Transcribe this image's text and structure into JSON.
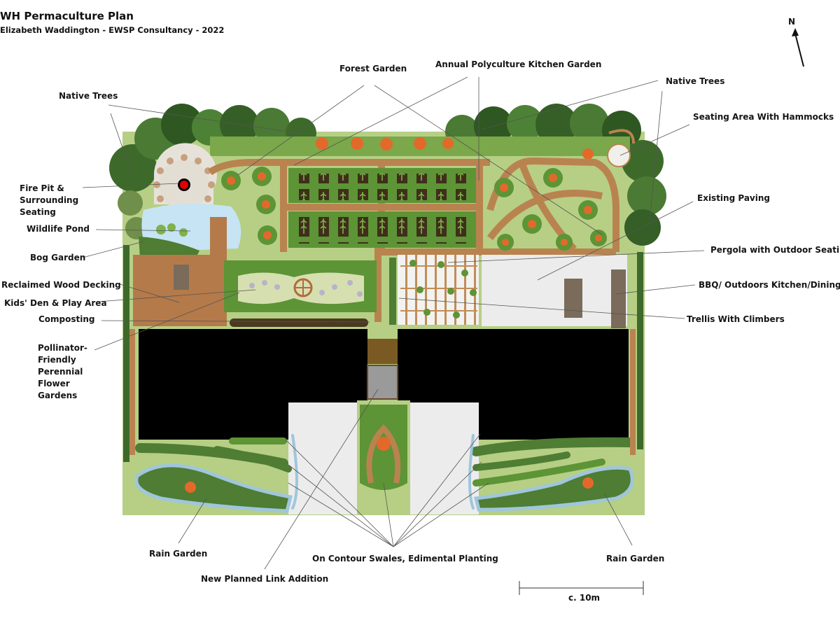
{
  "header": {
    "title": "WH Permaculture Plan",
    "subtitle": "Elizabeth Waddington - EWSP Consultancy - 2022"
  },
  "labels": {
    "native_trees_left": "Native Trees",
    "forest_garden": "Forest Garden",
    "annual_polyculture": "Annual Polyculture Kitchen Garden",
    "native_trees_right": "Native Trees",
    "seating_hammocks": "Seating Area With Hammocks",
    "fire_pit": "Fire Pit & Surrounding Seating",
    "wildlife_pond": "Wildlife Pond",
    "bog_garden": "Bog Garden",
    "reclaimed_decking": "Reclaimed Wood Decking",
    "kids_den": "Kids' Den & Play Area",
    "composting": "Composting",
    "pollinator_gardens": "Pollinator-Friendly Perennial Flower Gardens",
    "existing_paving": "Existing Paving",
    "pergola": "Pergola with Outdoor Seating",
    "bbq": "BBQ/ Outdoors Kitchen/Dining",
    "trellis": "Trellis With Climbers",
    "rain_garden_left": "Rain Garden",
    "swales": "On Contour Swales, Edimental Planting",
    "rain_garden_right": "Rain Garden",
    "link_addition": "New Planned Link Addition"
  },
  "compass": {
    "letter": "N"
  },
  "scale_bar": {
    "label": "c. 10m"
  },
  "colors": {
    "lawn": "#b6cf85",
    "path": "#b9834f",
    "decking": "#b57a4a",
    "bed": "#6b4a26",
    "planting": "#5d9436",
    "tree_dark": "#3d6a2a",
    "flower": "#e3692a",
    "pond": "#c6e4f3",
    "swale_water": "#9fc6dc",
    "paving": "#ececec",
    "house": "#000000",
    "fire": "#e00000"
  }
}
